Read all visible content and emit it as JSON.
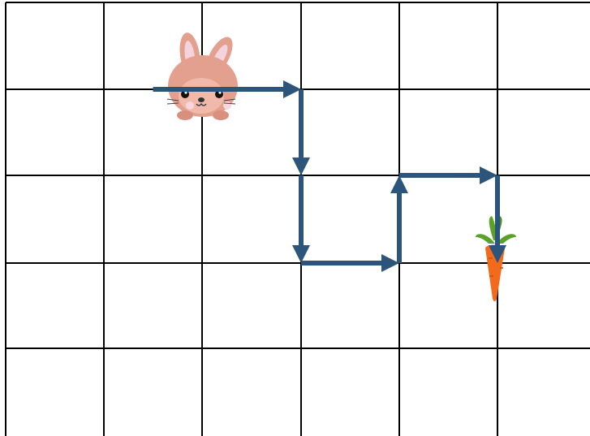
{
  "grid": {
    "columns": 6,
    "rows": 5,
    "line_color": "#000000",
    "background": "#ffffff"
  },
  "path": {
    "color": "#2b557a",
    "steps": [
      "right",
      "down",
      "down",
      "right",
      "up",
      "right",
      "down"
    ]
  },
  "characters": {
    "start": {
      "icon": "bunny-icon",
      "cell": {
        "col": 2,
        "row": 1
      }
    },
    "goal": {
      "icon": "carrot-icon",
      "cell": {
        "col": 5,
        "row": 3
      }
    }
  },
  "colors": {
    "bunny_fur": "#e4a08f",
    "bunny_ear_inner": "#f3d3dc",
    "carrot_body": "#f26a1b",
    "carrot_leaves": "#5aa126"
  }
}
